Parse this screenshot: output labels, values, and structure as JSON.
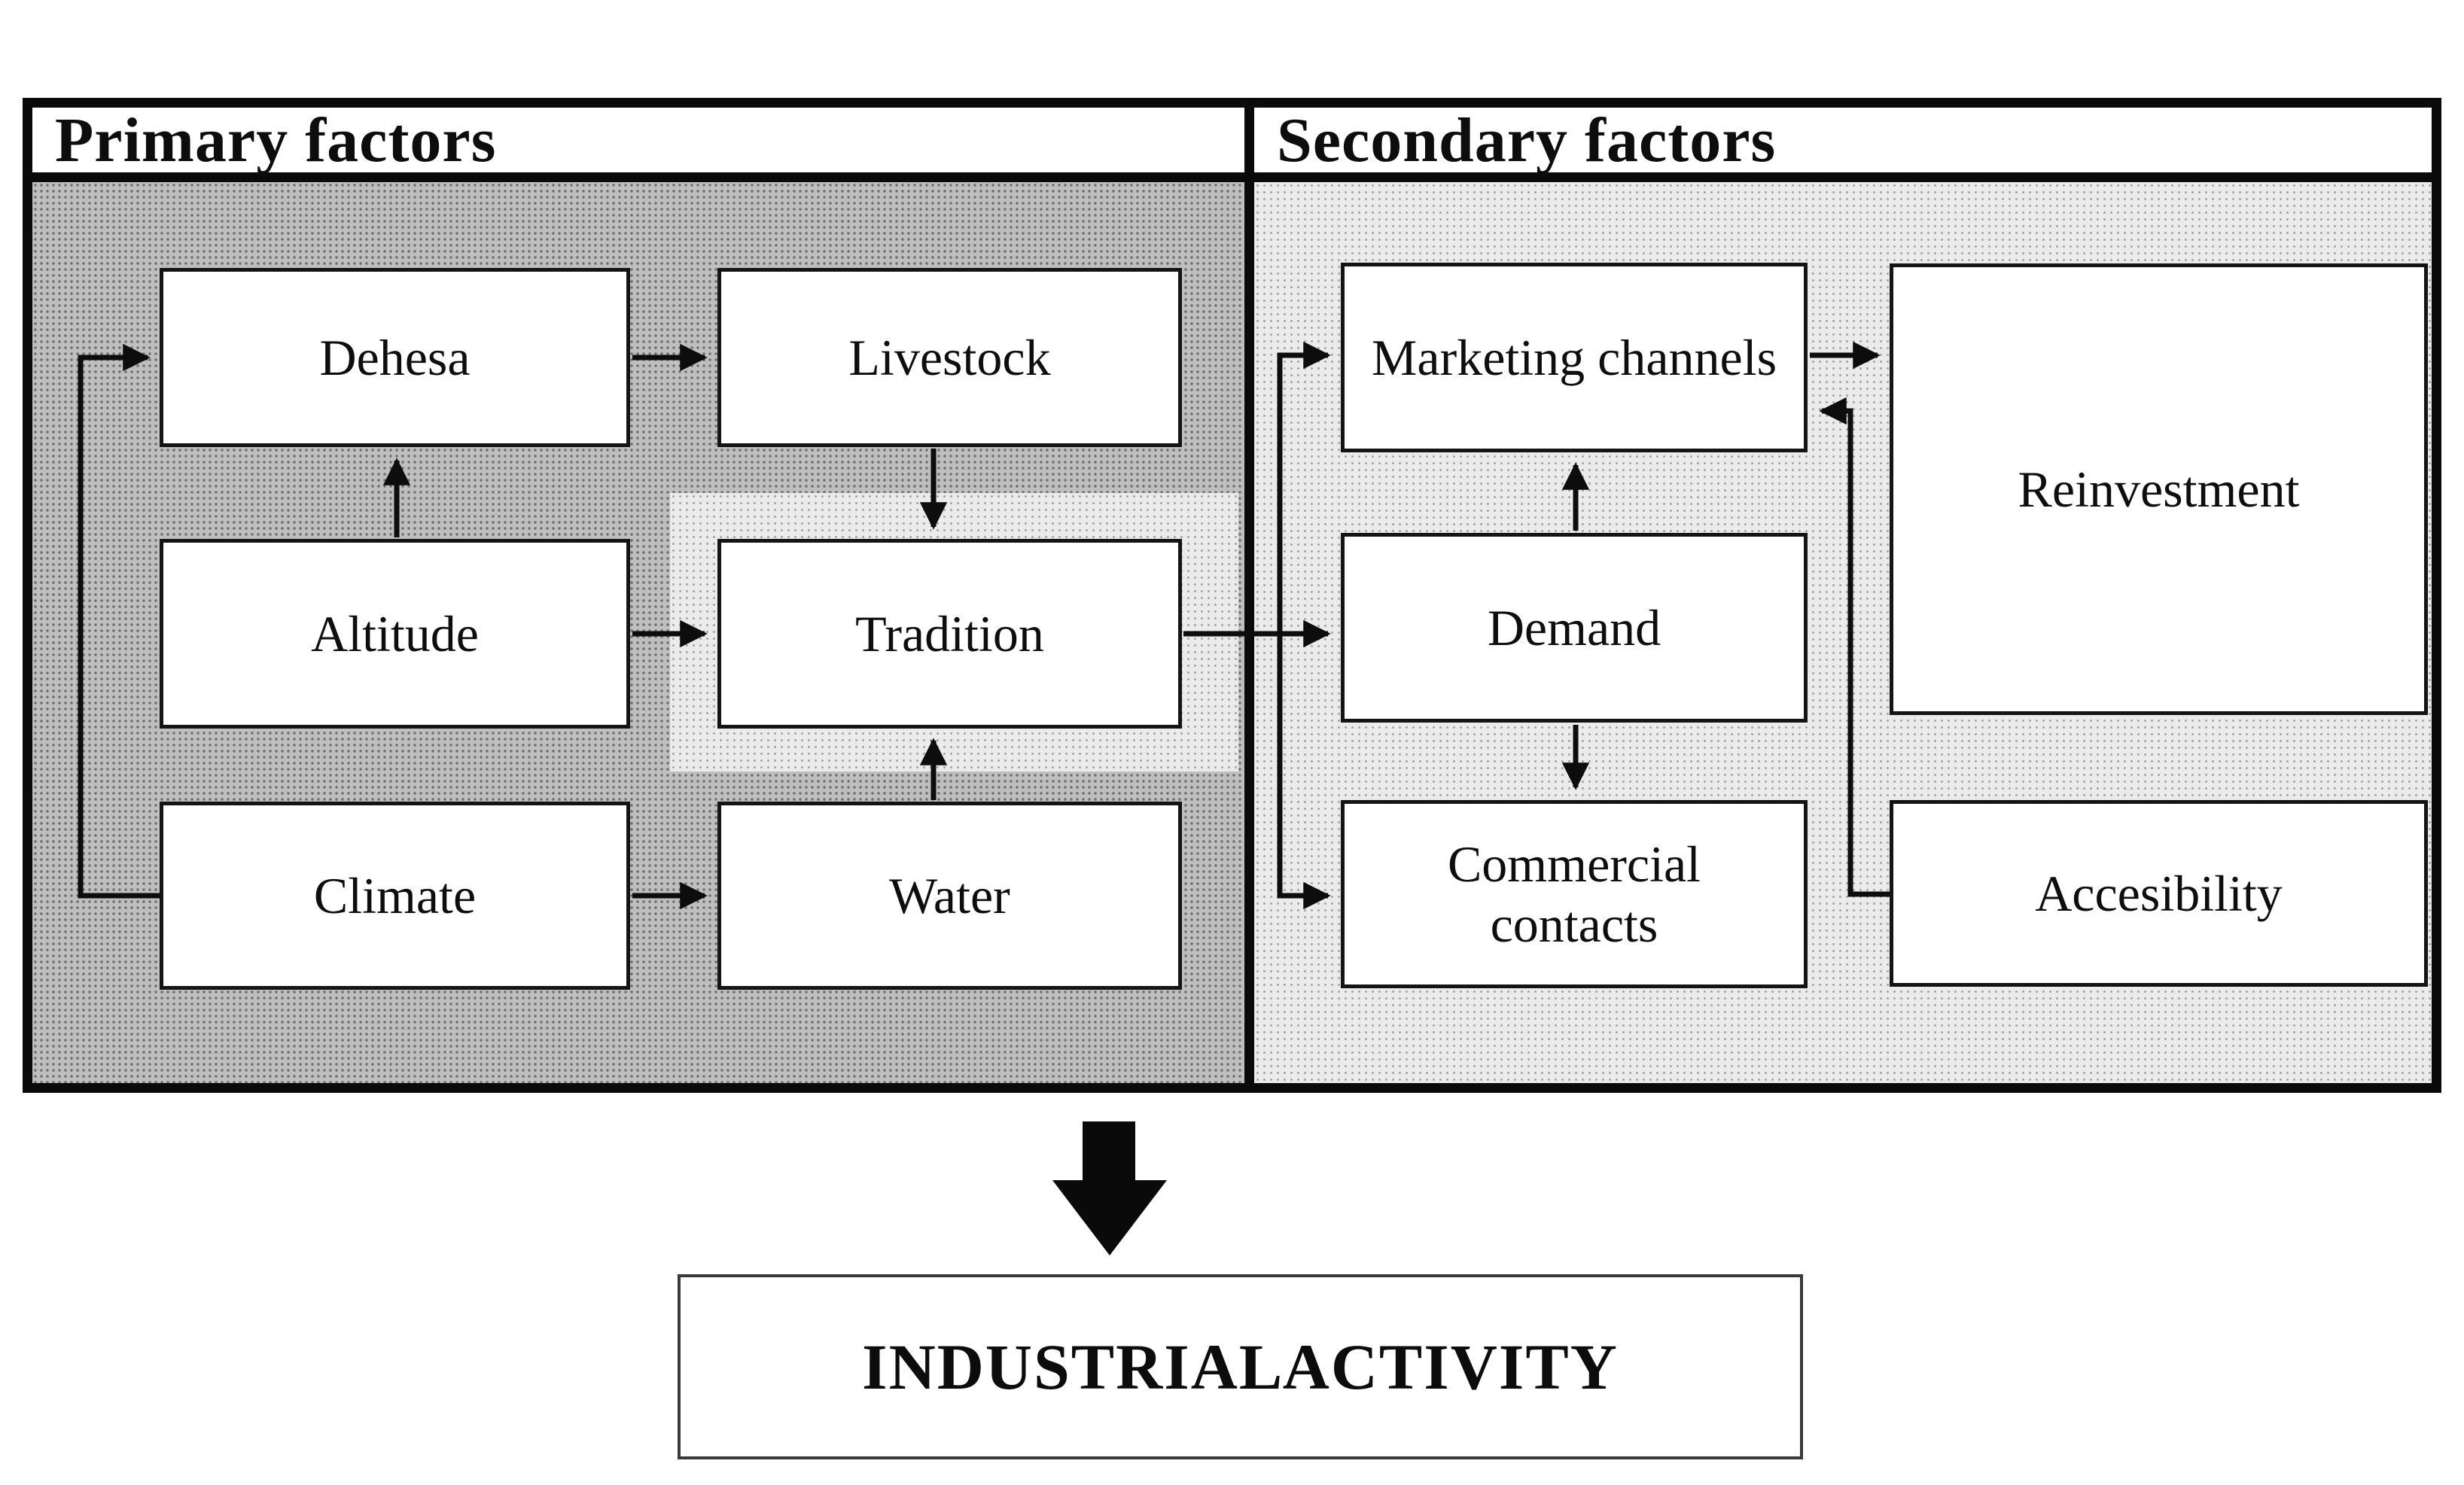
{
  "diagram": {
    "colors": {
      "line": "#0d0d0d",
      "panel_primary_bg": "#bfbfbf",
      "panel_secondary_bg": "#ebebeb",
      "node_bg": "#ffffff"
    },
    "panels": [
      {
        "title": "Primary factors"
      },
      {
        "title": "Secondary factors"
      }
    ],
    "nodes": {
      "dehesa": {
        "label": "Dehesa"
      },
      "livestock": {
        "label": "Livestock"
      },
      "altitude": {
        "label": "Altitude"
      },
      "tradition": {
        "label": "Tradition"
      },
      "climate": {
        "label": "Climate"
      },
      "water": {
        "label": "Water"
      },
      "marketing_channels": {
        "label": "Marketing channels"
      },
      "demand": {
        "label": "Demand"
      },
      "commercial_contacts": {
        "label": "Commercial contacts"
      },
      "reinvestment": {
        "label": "Reinvestment"
      },
      "accesibility": {
        "label": "Accesibility"
      }
    },
    "edges": [
      {
        "from": "climate",
        "to": "dehesa"
      },
      {
        "from": "dehesa",
        "to": "livestock"
      },
      {
        "from": "altitude",
        "to": "dehesa"
      },
      {
        "from": "altitude",
        "to": "tradition"
      },
      {
        "from": "livestock",
        "to": "tradition"
      },
      {
        "from": "water",
        "to": "tradition"
      },
      {
        "from": "climate",
        "to": "water"
      },
      {
        "from": "tradition",
        "to": "demand"
      },
      {
        "from": "tradition",
        "to": "marketing_channels"
      },
      {
        "from": "tradition",
        "to": "commercial_contacts"
      },
      {
        "from": "demand",
        "to": "marketing_channels"
      },
      {
        "from": "demand",
        "to": "commercial_contacts"
      },
      {
        "from": "marketing_channels",
        "to": "reinvestment"
      },
      {
        "from": "accesibility",
        "to": "marketing_channels"
      }
    ],
    "outcome": {
      "label": "INDUSTRIAL ACTIVITY"
    }
  }
}
